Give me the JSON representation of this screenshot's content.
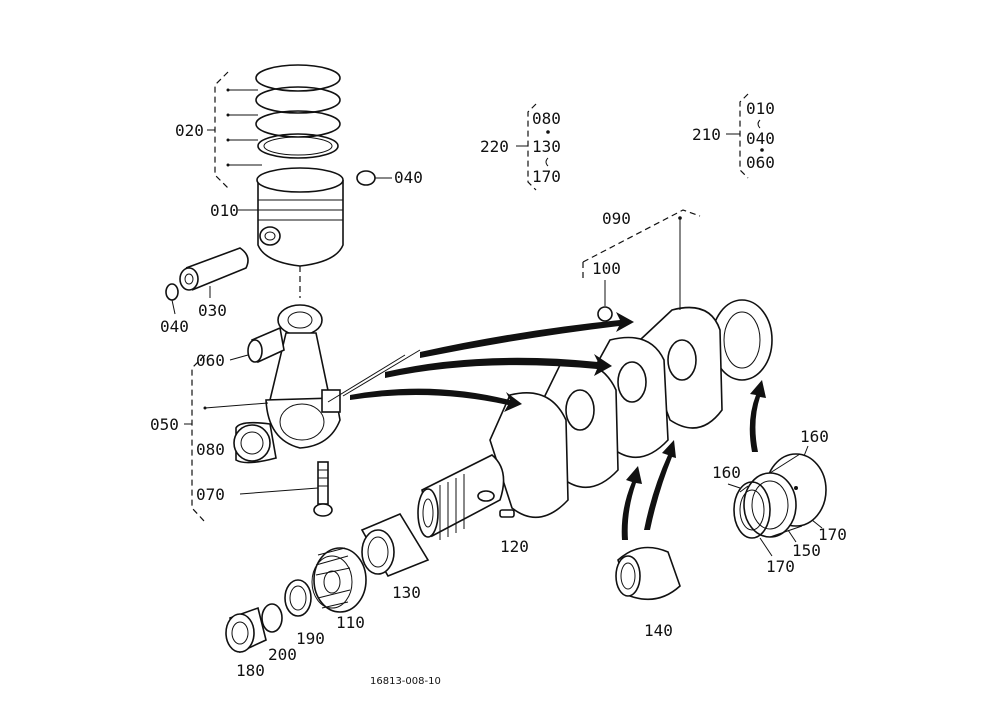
{
  "parts": {
    "p010": "010",
    "p020": "020",
    "p030": "030",
    "p040a": "040",
    "p040b": "040",
    "p050": "050",
    "p060": "060",
    "p070": "070",
    "p080": "080",
    "p090": "090",
    "p100": "100",
    "p110": "110",
    "p120": "120",
    "p130": "130",
    "p140": "140",
    "p150": "150",
    "p160a": "160",
    "p160b": "160",
    "p170a": "170",
    "p170b": "170",
    "p180": "180",
    "p190": "190",
    "p200": "200"
  },
  "kit220": {
    "id": "220",
    "items": [
      "080",
      "130",
      "170"
    ]
  },
  "kit210": {
    "id": "210",
    "items": [
      "010",
      "040",
      "060"
    ]
  },
  "reference": "16813-008-10"
}
